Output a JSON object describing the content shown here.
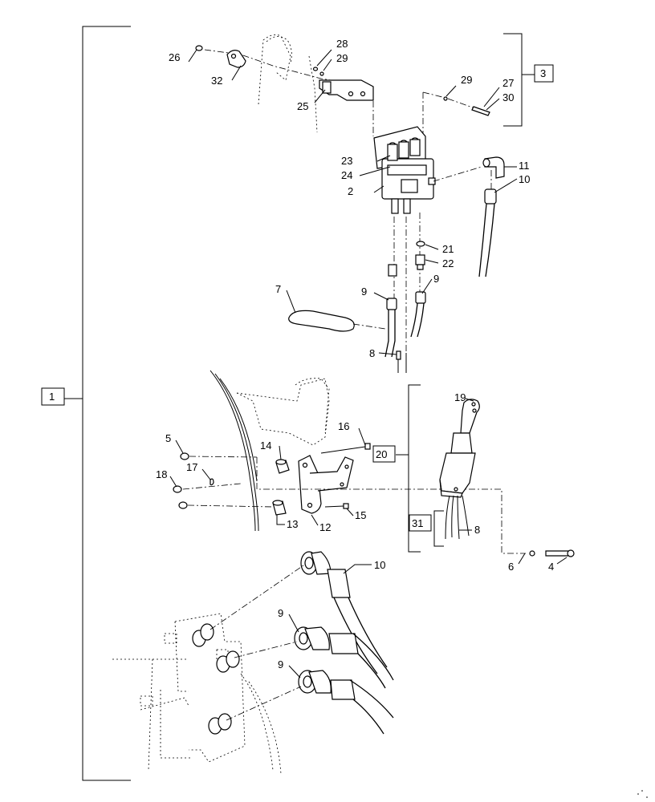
{
  "callouts": {
    "c1": "1",
    "c2": "2",
    "c3": "3",
    "c4": "4",
    "c5": "5",
    "c6": "6",
    "c7": "7",
    "c8a": "8",
    "c8b": "8",
    "c9a": "9",
    "c9b": "9",
    "c9c": "9",
    "c9d": "9",
    "c10a": "10",
    "c10b": "10",
    "c11": "11",
    "c12": "12",
    "c13": "13",
    "c14": "14",
    "c15": "15",
    "c16": "16",
    "c17": "17",
    "c18": "18",
    "c19": "19",
    "c20": "20",
    "c21": "21",
    "c22": "22",
    "c23": "23",
    "c24": "24",
    "c25": "25",
    "c26": "26",
    "c27": "27",
    "c28": "28",
    "c29a": "29",
    "c29b": "29",
    "c30": "30",
    "c31": "31",
    "c32": "32"
  }
}
